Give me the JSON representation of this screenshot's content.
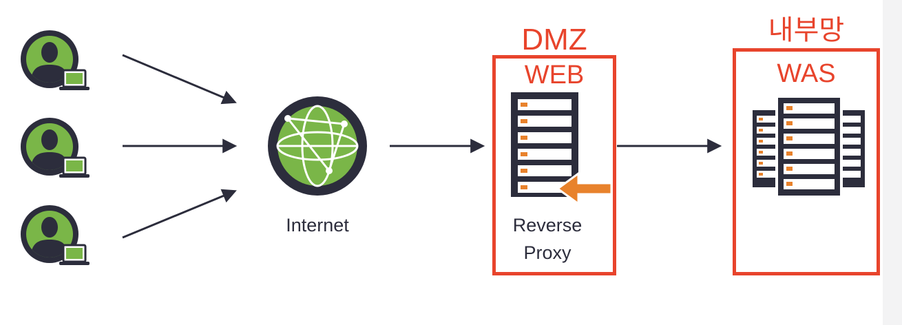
{
  "nodes": {
    "internet": {
      "label": "Internet"
    },
    "dmz": {
      "zone_label": "DMZ",
      "title": "WEB",
      "caption_line1": "Reverse",
      "caption_line2": "Proxy"
    },
    "internal": {
      "zone_label": "내부망",
      "title": "WAS"
    }
  },
  "users": {
    "count": 3
  },
  "colors": {
    "annotation_red": "#e8442c",
    "navy": "#2c2d3c",
    "green": "#7ab648",
    "orange": "#e8822c"
  },
  "icons": [
    "user-laptop-icon",
    "globe-icon",
    "server-icon",
    "server-cluster-icon",
    "arrow-icon"
  ]
}
